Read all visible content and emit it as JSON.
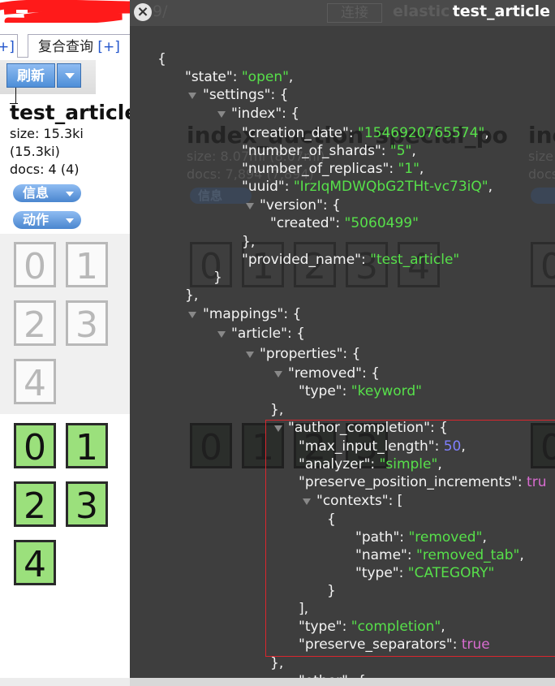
{
  "tabs": {
    "tab_plus_partial": "+]",
    "compound_query": "复合查询",
    "compound_query_plus": "[+]"
  },
  "toolbar": {
    "refresh": "刷新"
  },
  "index": {
    "name": "test_article",
    "size_line": "size: 15.3ki",
    "size_total": "(15.3ki)",
    "docs_line": "docs: 4 (4)",
    "info_button": "信息",
    "actions_button": "动作",
    "shards_row1": [
      "0",
      "1",
      "2",
      "3",
      "4"
    ],
    "shards_row2": [
      "0",
      "1",
      "2",
      "3",
      "4"
    ]
  },
  "background": {
    "connect_button": "连接",
    "host_partial": "elastic",
    "host_tail": "9/",
    "other_index_name": "index_auction_special_po",
    "other_index_size": "size: 8.07mi (8.07mi)",
    "other_index_docs": "docs: 7,894 (7,894)",
    "other_info": "信息",
    "other_index_name_partial": "inc",
    "other_size_partial": "size",
    "other_docs_partial": "docs",
    "other_shards": [
      "0",
      "1",
      "2",
      "3",
      "4"
    ],
    "far_shard_top": "0",
    "far_shard_bottom": "0"
  },
  "modal": {
    "title": "test_article",
    "close": "×"
  },
  "json_lines": {
    "l01": "{",
    "l02_key": "\"state\"",
    "l02_val": "\"open\"",
    "l03_key": "\"settings\"",
    "l04_key": "\"index\"",
    "l05_key": "\"creation_date\"",
    "l05_val": "\"1546920765574\"",
    "l06_key": "\"number_of_shards\"",
    "l06_val": "\"5\"",
    "l07_key": "\"number_of_replicas\"",
    "l07_val": "\"1\"",
    "l08_key": "\"uuid\"",
    "l08_val": "\"IrzIqMDWQbG2THt-vc73iQ\"",
    "l09_key": "\"version\"",
    "l10_key": "\"created\"",
    "l10_val": "\"5060499\"",
    "l11": "},",
    "l12_key": "\"provided_name\"",
    "l12_val": "\"test_article\"",
    "l13": "}",
    "l14": "},",
    "l15_key": "\"mappings\"",
    "l16_key": "\"article\"",
    "l17_key": "\"properties\"",
    "l18_key": "\"removed\"",
    "l19_key": "\"type\"",
    "l19_val": "\"keyword\"",
    "l20": "},",
    "l21_key": "\"author_completion\"",
    "l22_key": "\"max_input_length\"",
    "l22_val": "50",
    "l23_key": "\"analyzer\"",
    "l23_val": "\"simple\"",
    "l24_key": "\"preserve_position_increments\"",
    "l24_val": "tru",
    "l25_key": "\"contexts\"",
    "l26": "{",
    "l27_key": "\"path\"",
    "l27_val": "\"removed\"",
    "l28_key": "\"name\"",
    "l28_val": "\"removed_tab\"",
    "l29_key": "\"type\"",
    "l29_val": "\"CATEGORY\"",
    "l30": "}",
    "l31": "],",
    "l32_key": "\"type\"",
    "l32_val": "\"completion\"",
    "l33_key": "\"preserve_separators\"",
    "l33_val": "true",
    "l34": "},",
    "l35_key": "\"other\""
  },
  "colors": {
    "json_string": "#57e04a",
    "json_number": "#7f7fff",
    "json_bool": "#d86cd0",
    "highlight_border": "#d9262d",
    "redaction": "#ff0000"
  }
}
